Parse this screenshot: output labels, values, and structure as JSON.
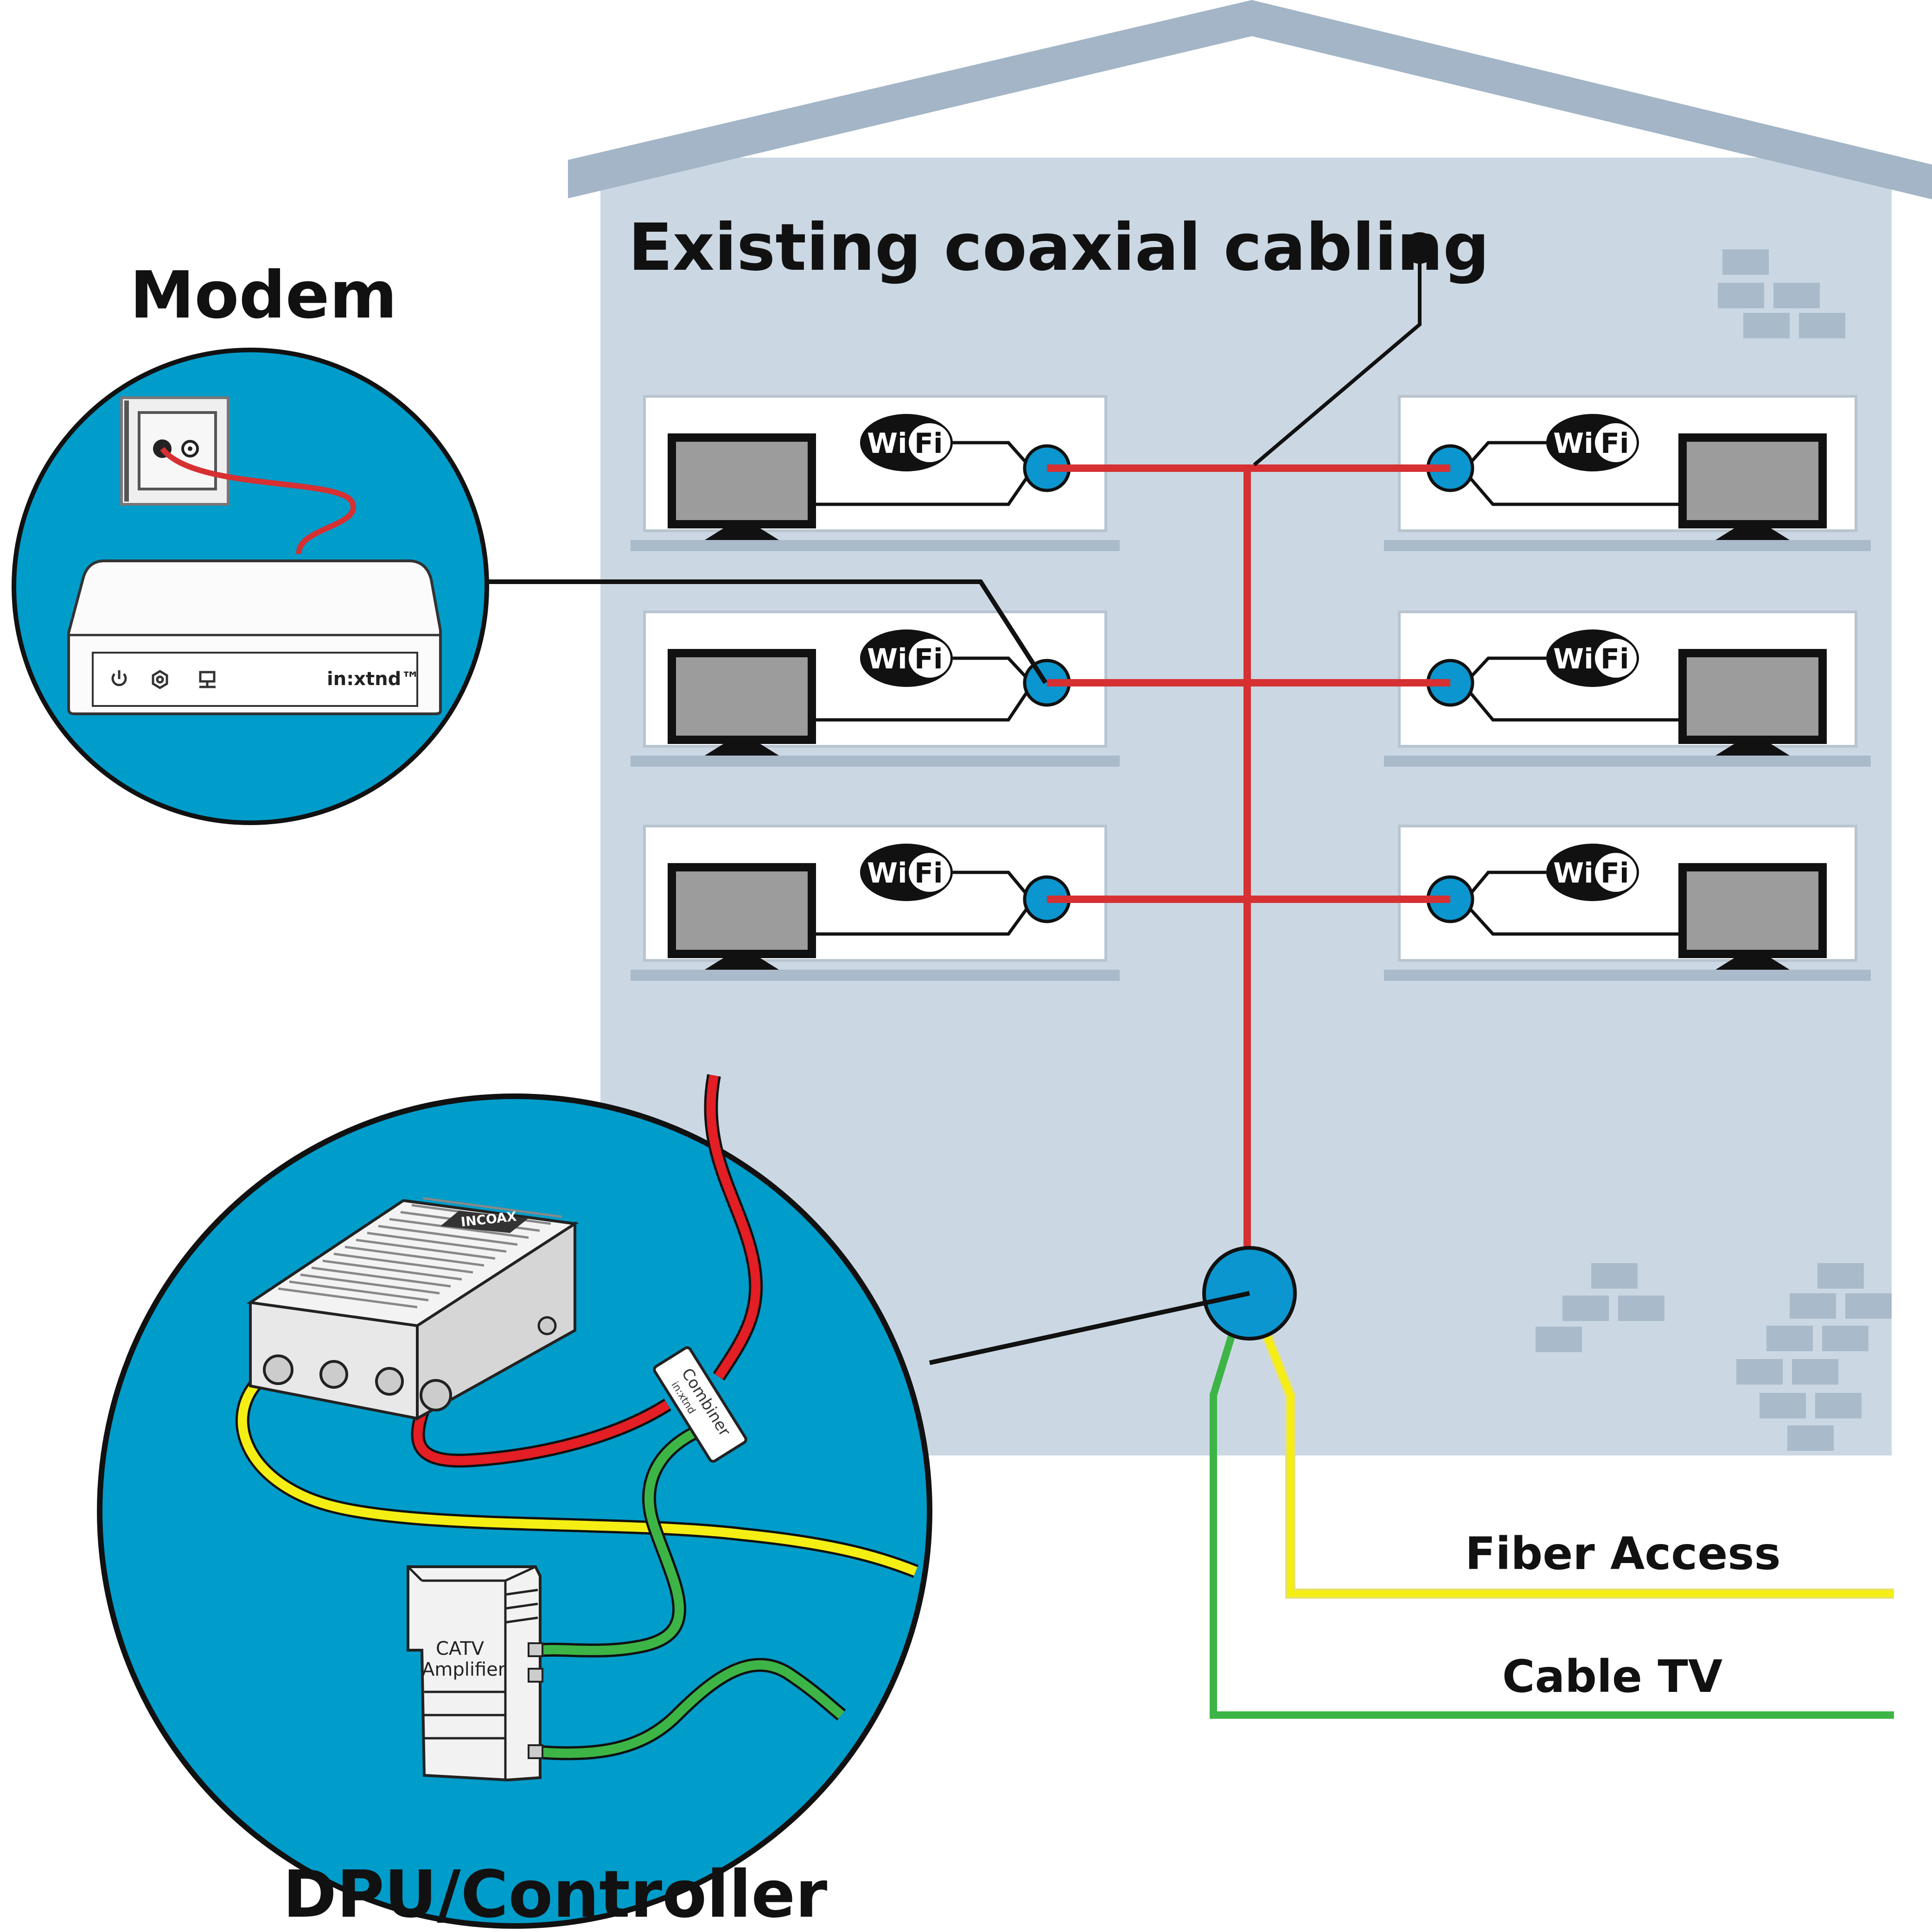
{
  "labels": {
    "building": "Existing coaxial cabling",
    "modem": "Modem",
    "dpu": "DPU/Controller",
    "fiber": "Fiber Access",
    "cable_tv": "Cable TV"
  },
  "wifi": {
    "wi": "Wi",
    "fi": "Fi"
  },
  "modem_brand": "in:xtnd™",
  "amplifier_brand": "INCOAX",
  "combiner_text": "Combiner",
  "combiner_brand": "in:xtnd",
  "catv_line1": "CATV",
  "catv_line2": "Amplifier",
  "colors": {
    "roof": "#a3b5c7",
    "wall": "#cbd8e3",
    "bricks": "#a9bacb",
    "coax": "#d63032",
    "fiber": "#f5ee14",
    "cable_tv": "#3db546",
    "circle_fill": "#009cca",
    "node": "#0b96cf"
  },
  "icons": [
    "power-icon",
    "settings-icon",
    "network-icon"
  ]
}
